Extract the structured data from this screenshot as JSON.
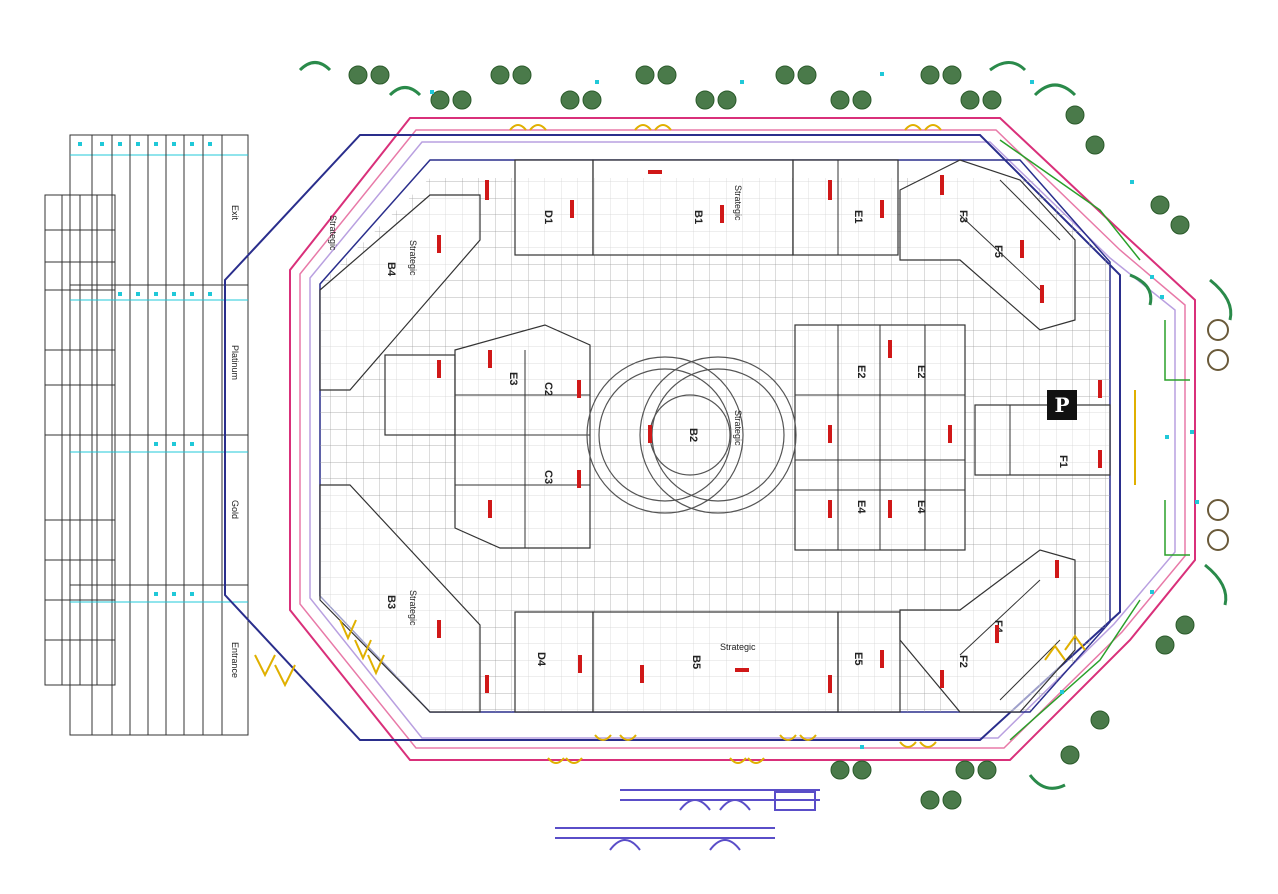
{
  "plan": {
    "booths": {
      "top_left": "D1",
      "top_center": "B1",
      "top_right": "E1",
      "right_top_corner": "F3",
      "right_top_corner_b": "F5",
      "left_upper": "B4",
      "left_lower": "B3",
      "center_left_top": "E3",
      "center_left_mid": "C2",
      "center_left_bottom": "C3",
      "center_main": "B2",
      "center_right_1": "E2",
      "center_right_2": "E2",
      "center_right_3": "E4",
      "center_right_4": "E4",
      "right_mid": "F1",
      "bottom_left": "D4",
      "bottom_center": "B5",
      "bottom_right": "E5",
      "right_bottom_corner": "F2",
      "right_bottom_corner_b": "F4"
    },
    "tags": {
      "strategic_1": "Strategic",
      "strategic_2": "Strategic",
      "strategic_3": "Strategic",
      "strategic_4": "Strategic",
      "strategic_5": "Strategic",
      "strategic_6": "Strategic"
    },
    "side_labels": {
      "top": "Exit",
      "middle": "Platinum",
      "lower": "Gold",
      "bottom": "Entrance"
    },
    "logo_letter": "P",
    "colors": {
      "outer_wall": "#d9307a",
      "inner_wall": "#2a2e8c",
      "grid": "#9a9a9a",
      "dimension_red": "#d01818",
      "door_yellow": "#e0b000",
      "plant_green": "#3a7a3a",
      "cyan_marker": "#20c8d8"
    }
  }
}
